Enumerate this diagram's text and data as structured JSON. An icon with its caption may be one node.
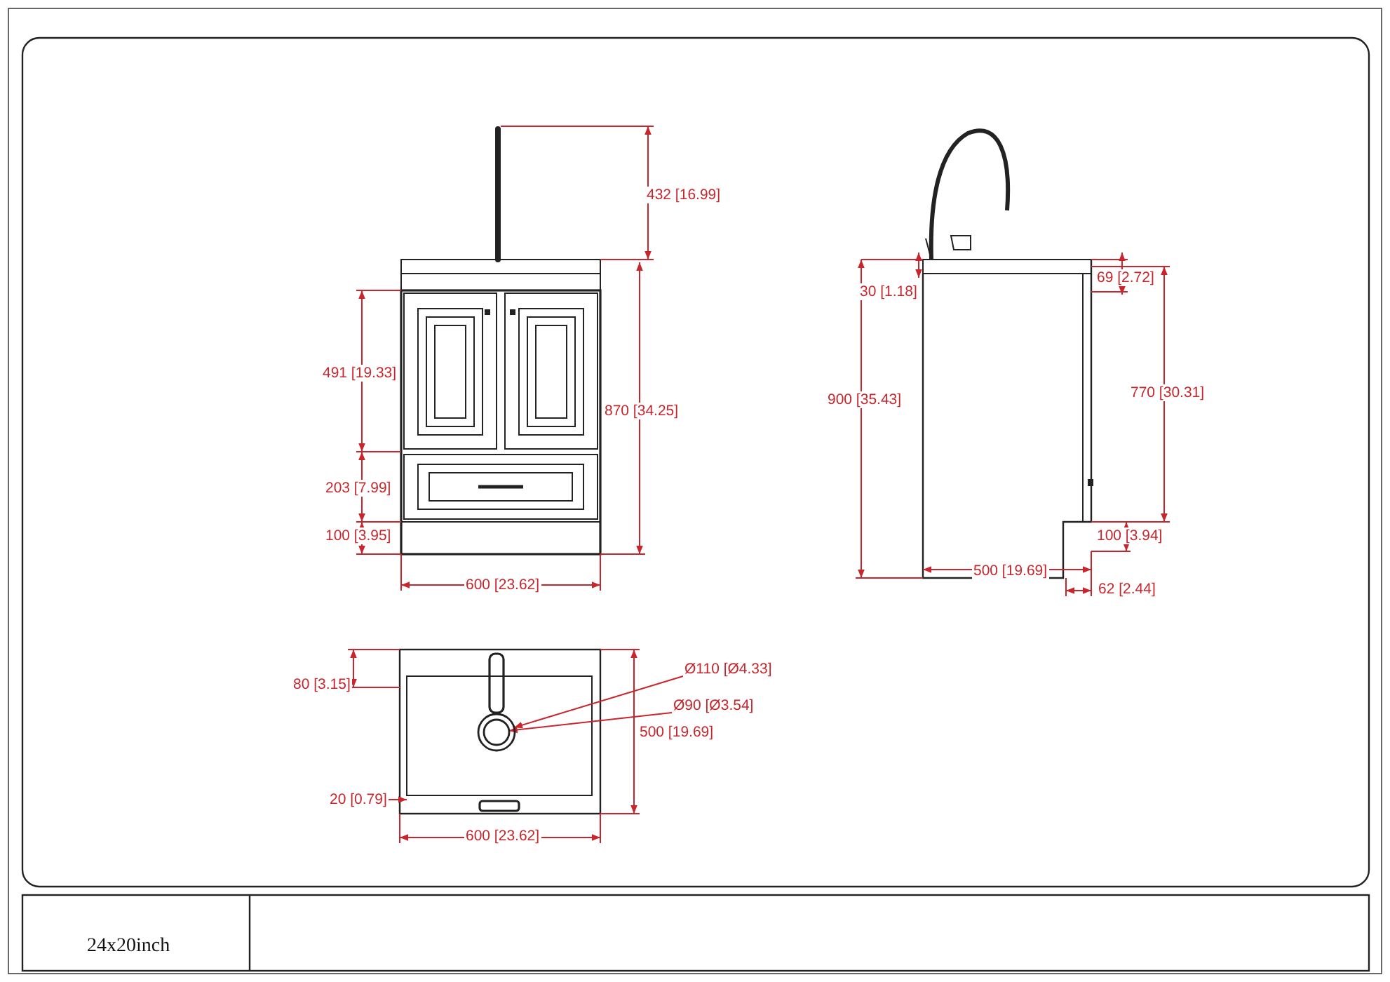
{
  "diagram": {
    "nodes": [
      {
        "text": [
          "Ø110 [Ø4.33]"
        ]
      },
      {
        "text": [
          "Ø90 [Ø3.54]"
        ]
      },
      {
        "text": [],
        "shape": "circle"
      },
      {
        "text": [],
        "shape": "circle",
        "in": 2
      }
    ],
    "edges": [
      {
        "from": 0,
        "to": 2,
        "arrow": "to"
      },
      {
        "from": 1,
        "to": 3,
        "arrow": "to"
      }
    ],
    "labels": [
      "432 [16.99]",
      "30 [1.18]",
      "69 [2.72]",
      "491 [19.33]",
      "900 [35.43]",
      "770 [30.31]",
      "870 [34.25]",
      "203 [7.99]",
      "100 [3.95]",
      "100 [3.94]",
      "600 [23.62]",
      "500 [19.69]",
      "62 [2.44]",
      "80 [3.15]",
      "500 [19.69]",
      "20 [0.79]",
      "600 [23.62]",
      "24x20inch"
    ]
  }
}
